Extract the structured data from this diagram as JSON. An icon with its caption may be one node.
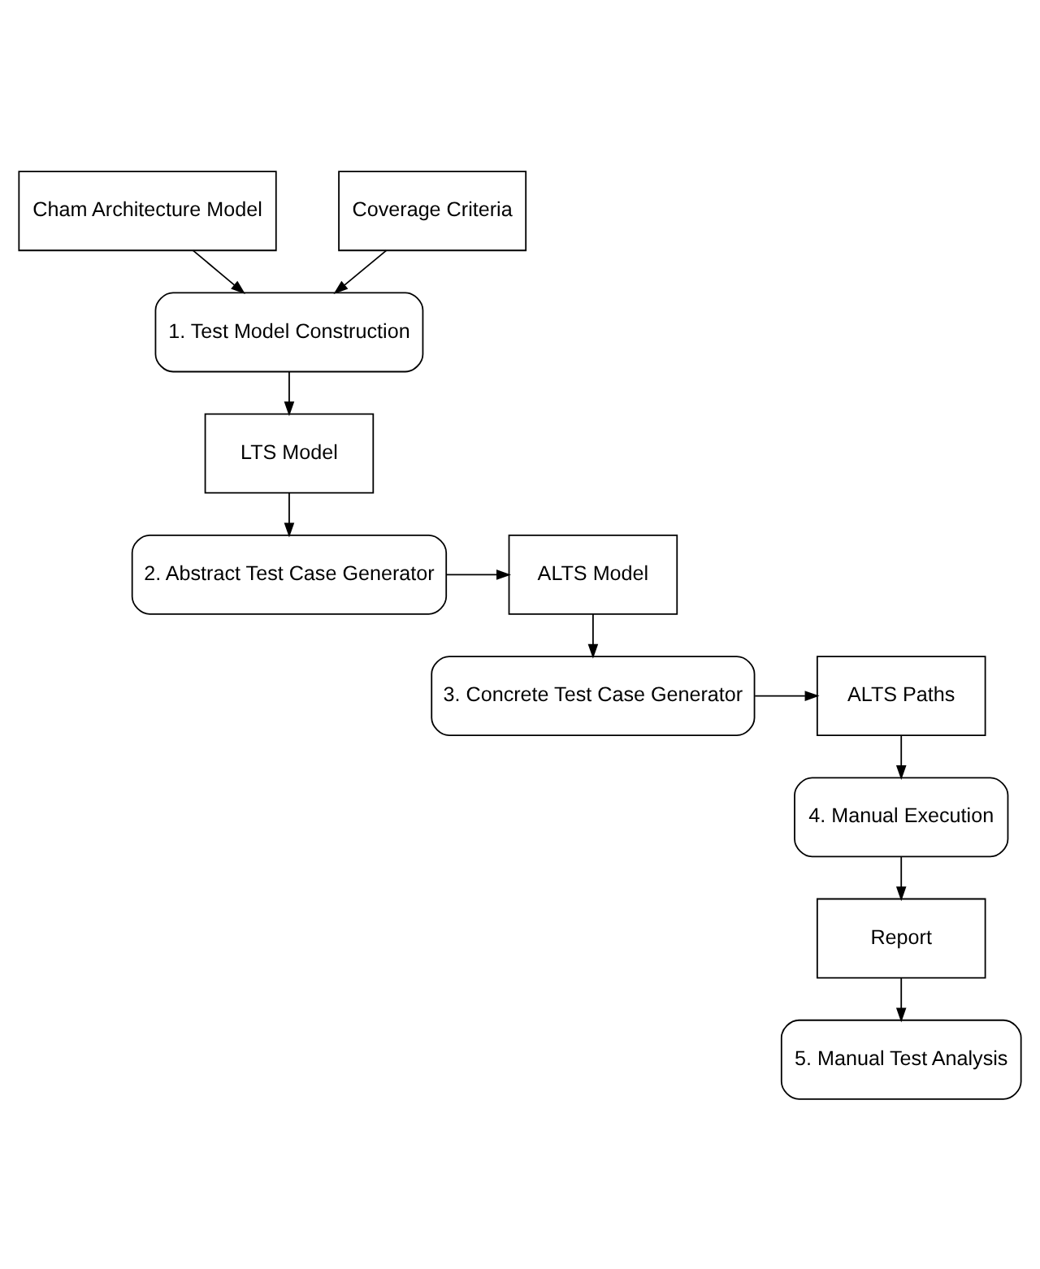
{
  "diagram": {
    "nodes": [
      {
        "text": [
          "Cham Architecture Model"
        ]
      },
      {
        "text": [
          "Coverage Criteria"
        ]
      },
      {
        "text": [
          "1. Test Model Construction"
        ]
      },
      {
        "text": [
          "LTS Model"
        ]
      },
      {
        "text": [
          "2. Abstract Test Case Generator"
        ]
      },
      {
        "text": [
          "ALTS Model"
        ]
      },
      {
        "text": [
          "3. Concrete Test Case Generator"
        ]
      },
      {
        "text": [
          "ALTS Paths"
        ]
      },
      {
        "text": [
          "4. Manual Execution"
        ]
      },
      {
        "text": [
          "Report"
        ]
      },
      {
        "text": [
          "5. Manual Test Analysis"
        ]
      }
    ],
    "edges": [
      {
        "from": 0,
        "to": 2,
        "arrow": "to"
      },
      {
        "from": 1,
        "to": 2,
        "arrow": "to"
      },
      {
        "from": 2,
        "to": 3,
        "arrow": "to"
      },
      {
        "from": 3,
        "to": 4,
        "arrow": "to"
      },
      {
        "from": 4,
        "to": 5,
        "arrow": "to"
      },
      {
        "from": 5,
        "to": 6,
        "arrow": "to"
      },
      {
        "from": 6,
        "to": 7,
        "arrow": "to"
      },
      {
        "from": 7,
        "to": 8,
        "arrow": "to"
      },
      {
        "from": 8,
        "to": 9,
        "arrow": "to"
      },
      {
        "from": 9,
        "to": 10,
        "arrow": "to"
      }
    ]
  }
}
